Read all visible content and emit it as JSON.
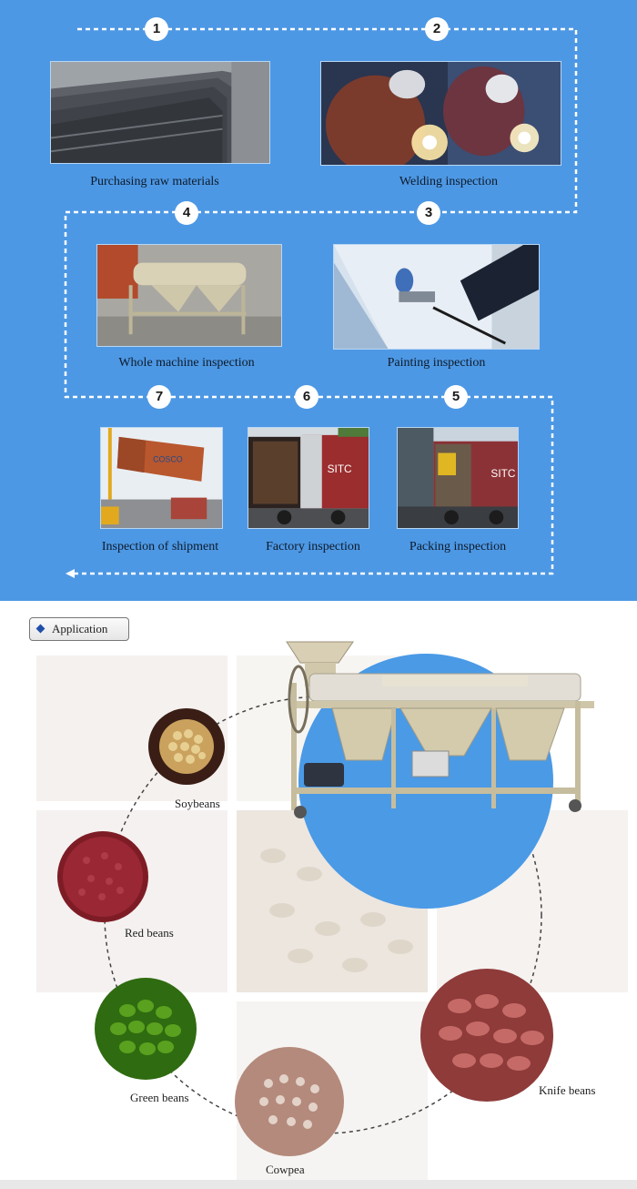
{
  "process": {
    "steps": [
      {
        "num": "1",
        "label": "Purchasing raw materials"
      },
      {
        "num": "2",
        "label": "Welding inspection"
      },
      {
        "num": "3",
        "label": "Painting inspection"
      },
      {
        "num": "4",
        "label": "Whole machine inspection"
      },
      {
        "num": "5",
        "label": "Packing inspection"
      },
      {
        "num": "6",
        "label": "Factory inspection"
      },
      {
        "num": "7",
        "label": "Inspection of shipment"
      }
    ]
  },
  "application": {
    "tag_label": "Application",
    "beans": {
      "soybeans": "Soybeans",
      "red_beans": "Red beans",
      "green_beans": "Green beans",
      "cowpea": "Cowpea",
      "knife_beans": "Knife beans"
    }
  },
  "colors": {
    "panel_blue": "#4d98e4",
    "circle_blue": "#4a9ae6"
  }
}
